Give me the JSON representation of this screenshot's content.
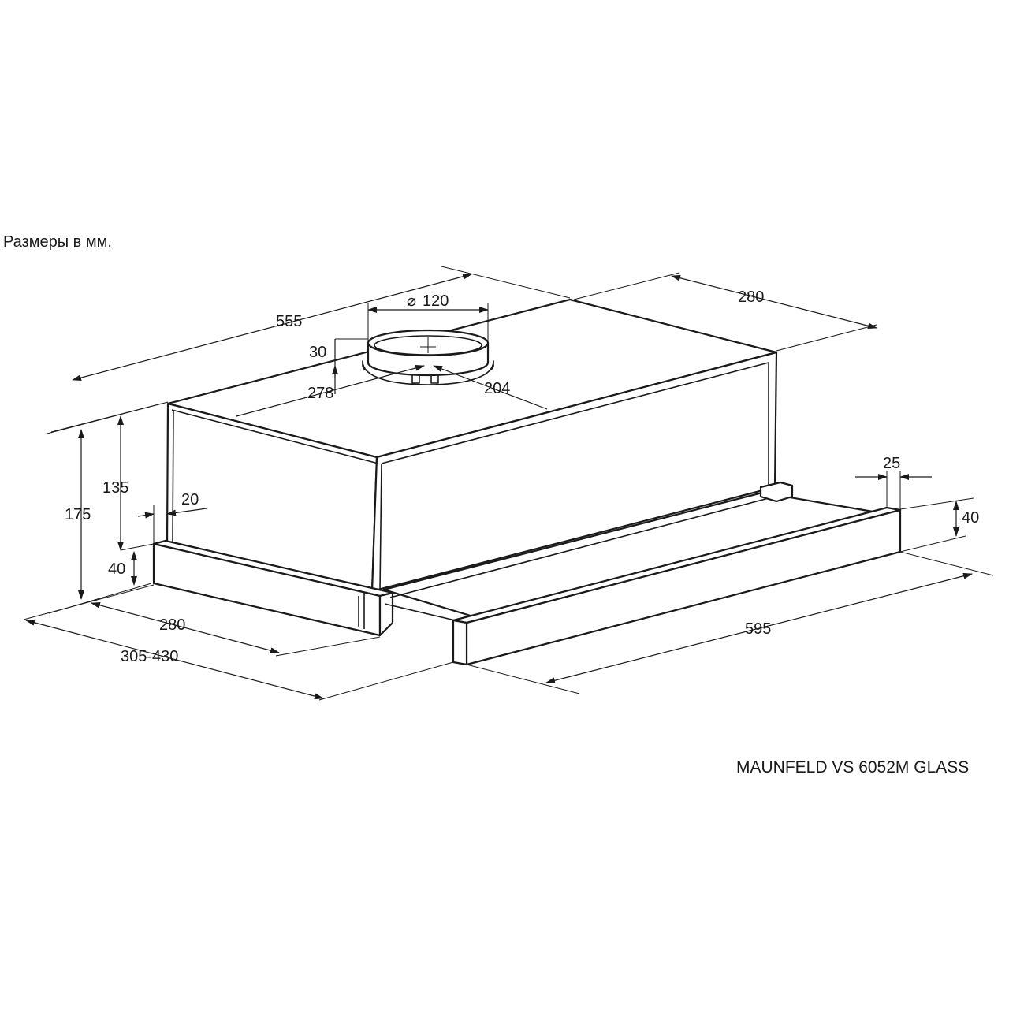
{
  "units_note": "Размеры в мм.",
  "model": "MAUNFELD VS 6052M GLASS",
  "dimensions": {
    "top_length": "555",
    "top_depth": "280",
    "duct_diameter": "120",
    "duct_diameter_symbol": "⌀",
    "duct_height": "30",
    "duct_offset_left": "278",
    "duct_offset_back": "204",
    "total_height": "175",
    "body_height": "135",
    "rail_height_left": "40",
    "rail_inset": "20",
    "bottom_depth": "280",
    "extended_depth": "305-430",
    "front_width": "595",
    "front_panel_depth": "25",
    "front_panel_height": "40"
  },
  "colors": {
    "line": "#1a1a1a",
    "background": "#ffffff"
  }
}
